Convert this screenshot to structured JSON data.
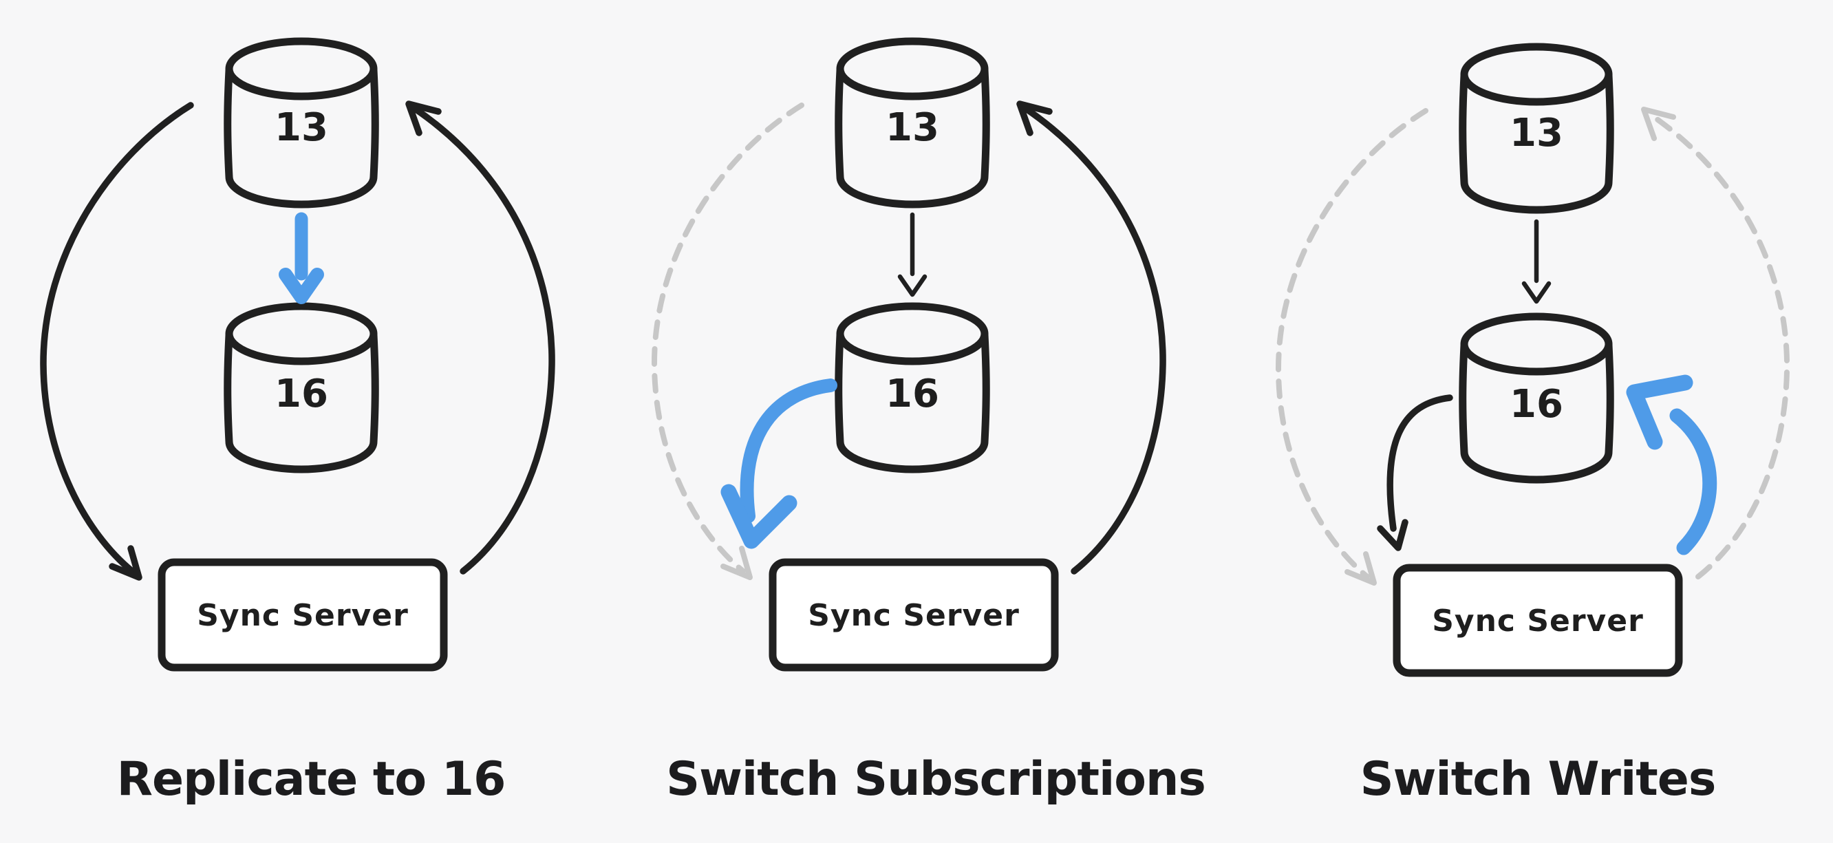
{
  "diagram": {
    "background_color": "#f7f7f8",
    "ink_color": "#202020",
    "accent_blue": "#4f9be8",
    "inactive_gray": "#c7c7c7",
    "panels": [
      {
        "title": "Replicate to 16",
        "db_top": "13",
        "db_bottom": "16",
        "server": "Sync Server",
        "active_arrow": "13 to 16 (blue)",
        "loop": "13 to Sync Server and back (solid)"
      },
      {
        "title": "Switch Subscriptions",
        "db_top": "13",
        "db_bottom": "16",
        "server": "Sync Server",
        "active_arrow": "16 to Sync Server (blue)",
        "loop": "old 13-to-server path dashed inactive, server-to-13 solid"
      },
      {
        "title": "Switch Writes",
        "db_top": "13",
        "db_bottom": "16",
        "server": "Sync Server",
        "active_arrow": "Sync Server to 16 (blue)",
        "loop": "outer 13 loop dashed inactive, 16-to-server solid"
      }
    ]
  }
}
